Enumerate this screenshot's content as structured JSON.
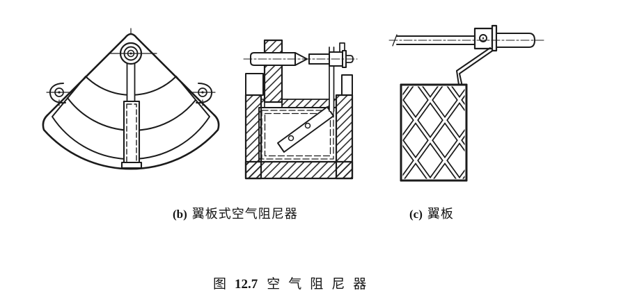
{
  "page": {
    "background": "#ffffff",
    "ink": "#1b1b1b"
  },
  "labels": {
    "b": {
      "marker": "(b)",
      "text": "翼板式空气阻尼器"
    },
    "c": {
      "marker": "(c)",
      "text": "翼板"
    }
  },
  "caption": {
    "fig_word": "图",
    "fig_number": "12.7",
    "fig_title": "空气阻尼器"
  }
}
